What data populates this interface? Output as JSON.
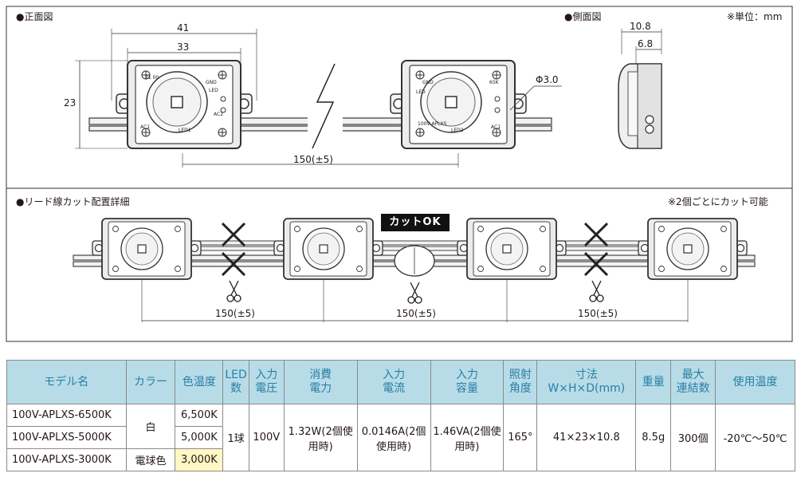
{
  "drawing": {
    "front_view_title": "●正面図",
    "side_view_title": "●側面図",
    "unit_note": "※単位：mm",
    "lead_cut_title": "●リード線カット配置詳細",
    "cut_note": "※2個ごとにカット可能",
    "cut_ok_label": "カットOK",
    "dim_width_outer": "41",
    "dim_width_inner": "33",
    "dim_height": "23",
    "dim_hole": "Φ3.0",
    "dim_pitch": "150(±5)",
    "dim_depth": "10.8",
    "dim_depth_inner": "6.8",
    "pitch_labels": [
      "150(±5)",
      "150(±5)",
      "150(±5)"
    ],
    "module_labels": {
      "module1": [
        "21 00",
        "GND",
        "LED",
        "AC2",
        "AC1",
        "LED1"
      ],
      "module2": [
        "GND",
        "LED",
        "65K",
        "100V APLXS",
        "AC1",
        "LED2"
      ]
    }
  },
  "table": {
    "headers": [
      {
        "lines": [
          "モデル名"
        ]
      },
      {
        "lines": [
          "カラー"
        ]
      },
      {
        "lines": [
          "色温度"
        ]
      },
      {
        "lines": [
          "LED",
          "数"
        ]
      },
      {
        "lines": [
          "入力",
          "電圧"
        ]
      },
      {
        "lines": [
          "消費",
          "電力"
        ]
      },
      {
        "lines": [
          "入力",
          "電流"
        ]
      },
      {
        "lines": [
          "入力",
          "容量"
        ]
      },
      {
        "lines": [
          "照射",
          "角度"
        ]
      },
      {
        "lines": [
          "寸法",
          "W×H×D(mm)"
        ]
      },
      {
        "lines": [
          "重量"
        ]
      },
      {
        "lines": [
          "最大",
          "連結数"
        ]
      },
      {
        "lines": [
          "使用温度"
        ]
      }
    ],
    "models": [
      "100V-APLXS-6500K",
      "100V-APLXS-5000K",
      "100V-APLXS-3000K"
    ],
    "color_white": "白",
    "color_bulb": "電球色",
    "color_temps": [
      "6,500K",
      "5,000K",
      "3,000K"
    ],
    "led_count": "1球",
    "voltage": "100V",
    "power": [
      "1.32W",
      "(2個使用時)"
    ],
    "current": [
      "0.0146A",
      "(2個使用時)"
    ],
    "capacity": [
      "1.46VA",
      "(2個使用時)"
    ],
    "angle": "165°",
    "dimensions": "41×23×10.8",
    "weight": "8.5g",
    "max_link": "300個",
    "temp_range": "-20℃〜50℃"
  }
}
